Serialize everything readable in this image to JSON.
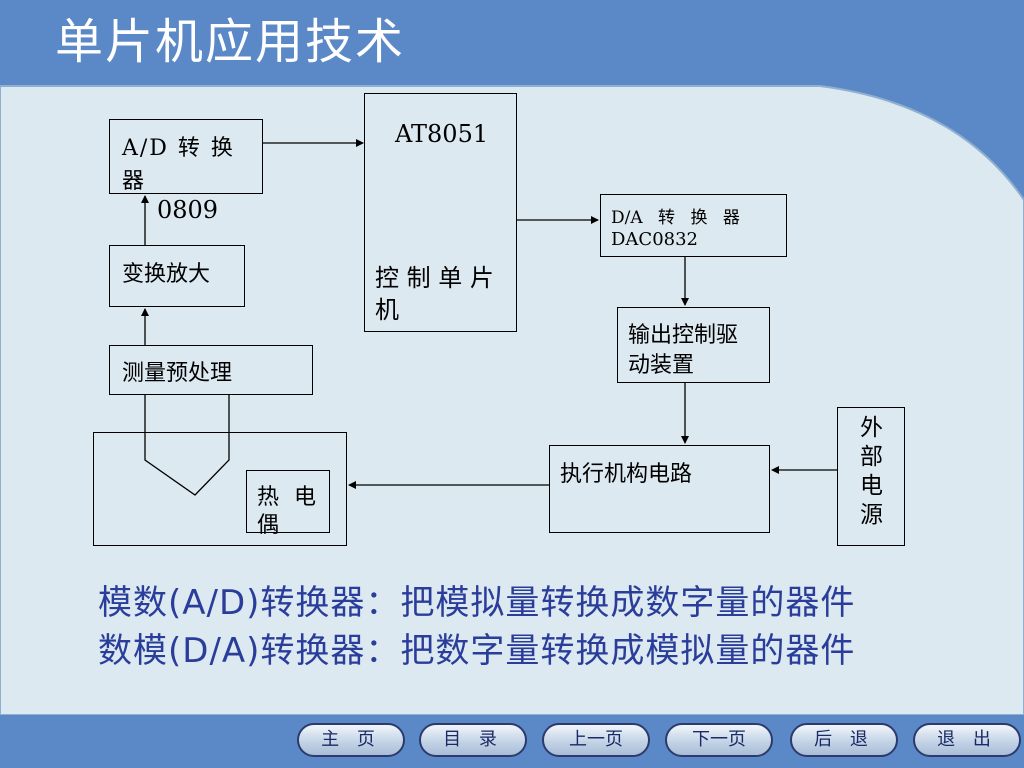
{
  "header": {
    "title": "单片机应用技术"
  },
  "diagram": {
    "adc": {
      "line1": "A/D 转 换",
      "line2": "器",
      "model": "0809"
    },
    "amplifier": "变换放大",
    "preprocess": "测量预处理",
    "thermocouple": {
      "line1": "热 电",
      "line2": "偶"
    },
    "mcu": {
      "model": "AT8051",
      "line1": "控 制 单 片",
      "line2": "机"
    },
    "dac": {
      "line1": "D/A 转 换 器",
      "line2": "DAC0832"
    },
    "drive": {
      "line1": "输出控制驱",
      "line2": "动装置"
    },
    "actuator": "执行机构电路",
    "power": "外部电源"
  },
  "captions": {
    "line1": "模数(A/D)转换器：把模拟量转换成数字量的器件",
    "line2": "数模(D/A)转换器：把数字量转换成模拟量的器件"
  },
  "nav": {
    "home": "主 页",
    "contents": "目 录",
    "prev": "上一页",
    "next": "下一页",
    "back": "后 退",
    "exit": "退 出"
  },
  "colors": {
    "header_blue": "#5b88c7",
    "panel": "#dce9f0",
    "caption_text": "#2a3d9a"
  }
}
